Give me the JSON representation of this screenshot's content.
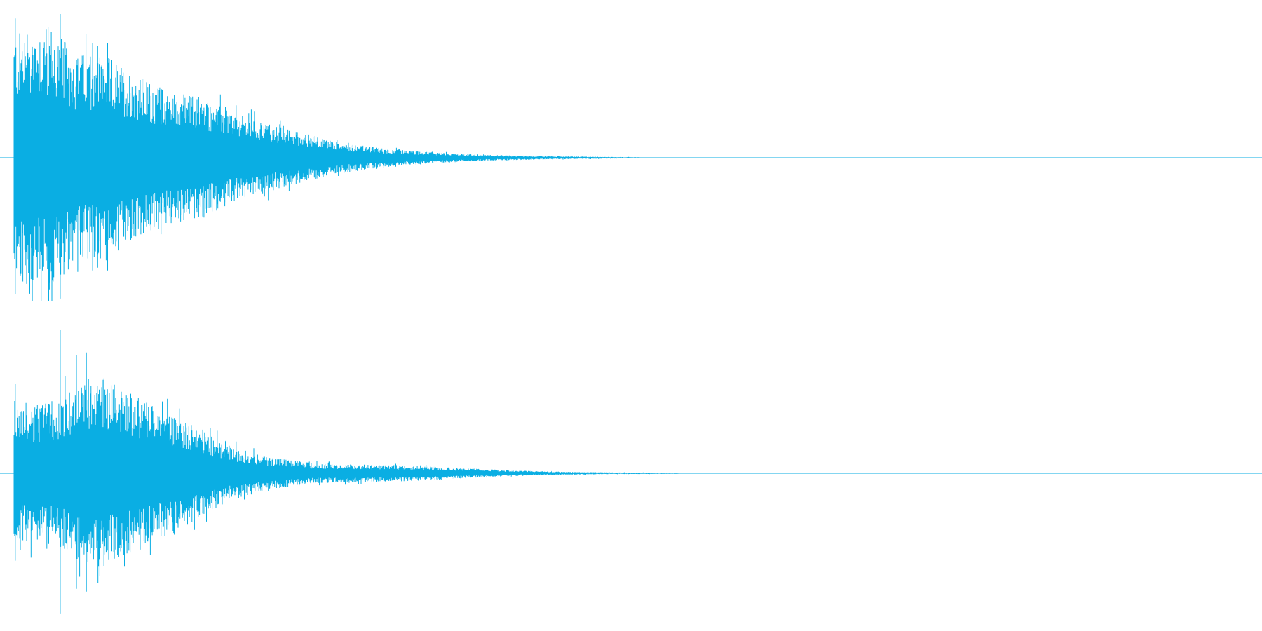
{
  "colors": {
    "waveform": "#0aaee3",
    "background": "#ffffff"
  },
  "chart_data": {
    "type": "area",
    "description_free": true,
    "xlabel": "",
    "ylabel": "",
    "ylim": [
      -1,
      1
    ],
    "grid": false,
    "channels": [
      {
        "name": "",
        "envelope_x": [
          0.0,
          0.015,
          0.03,
          0.05,
          0.07,
          0.09,
          0.12,
          0.15,
          0.18,
          0.22,
          0.26,
          0.3,
          0.34,
          0.38,
          0.42,
          0.46,
          0.5,
          0.51,
          0.52,
          1.0
        ],
        "envelope_y": [
          0.86,
          0.92,
          0.92,
          0.72,
          0.74,
          0.62,
          0.48,
          0.42,
          0.3,
          0.2,
          0.11,
          0.06,
          0.035,
          0.02,
          0.012,
          0.008,
          0.004,
          0.0,
          0.0,
          0.0
        ],
        "spikes": [
          {
            "x": 0.001,
            "y": 0.97
          },
          {
            "x": 0.016,
            "y": 0.98
          },
          {
            "x": 0.037,
            "y": 1.0
          },
          {
            "x": 0.063,
            "y": 0.8
          },
          {
            "x": 0.067,
            "y": 0.78
          },
          {
            "x": 0.075,
            "y": 0.8
          },
          {
            "x": 0.148,
            "y": 0.42
          }
        ]
      },
      {
        "name": "",
        "envelope_x": [
          0.0,
          0.015,
          0.03,
          0.05,
          0.07,
          0.09,
          0.11,
          0.14,
          0.17,
          0.2,
          0.24,
          0.28,
          0.32,
          0.36,
          0.4,
          0.44,
          0.48,
          0.53,
          0.54,
          1.0
        ],
        "envelope_y": [
          0.48,
          0.47,
          0.5,
          0.6,
          0.68,
          0.58,
          0.48,
          0.36,
          0.2,
          0.12,
          0.07,
          0.06,
          0.055,
          0.035,
          0.02,
          0.01,
          0.006,
          0.004,
          0.0,
          0.0
        ],
        "spikes": [
          {
            "x": 0.001,
            "y": 0.62
          },
          {
            "x": 0.037,
            "y": 1.0
          },
          {
            "x": 0.05,
            "y": 0.82
          },
          {
            "x": 0.058,
            "y": 0.84
          },
          {
            "x": 0.072,
            "y": 0.66
          }
        ]
      }
    ]
  }
}
